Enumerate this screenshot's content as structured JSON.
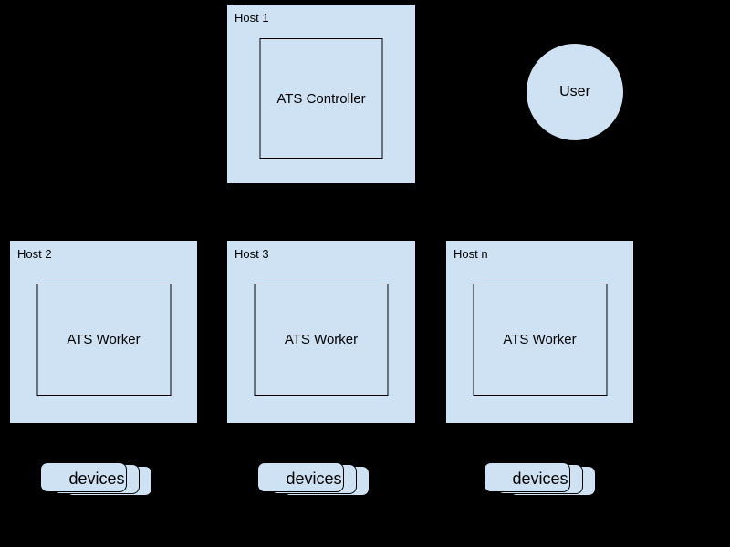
{
  "diagram": {
    "background_color": "#000000",
    "node_fill_color": "#cfe2f3",
    "node_border_color": "#000000",
    "controller_host": {
      "label": "Host 1",
      "process": "ATS Controller"
    },
    "user": {
      "label": "User"
    },
    "worker_hosts": [
      {
        "label": "Host 2",
        "process": "ATS Worker"
      },
      {
        "label": "Host 3",
        "process": "ATS Worker"
      },
      {
        "label": "Host n",
        "process": "ATS Worker"
      }
    ],
    "device_stacks": [
      {
        "label": "devices"
      },
      {
        "label": "devices"
      },
      {
        "label": "devices"
      }
    ]
  }
}
